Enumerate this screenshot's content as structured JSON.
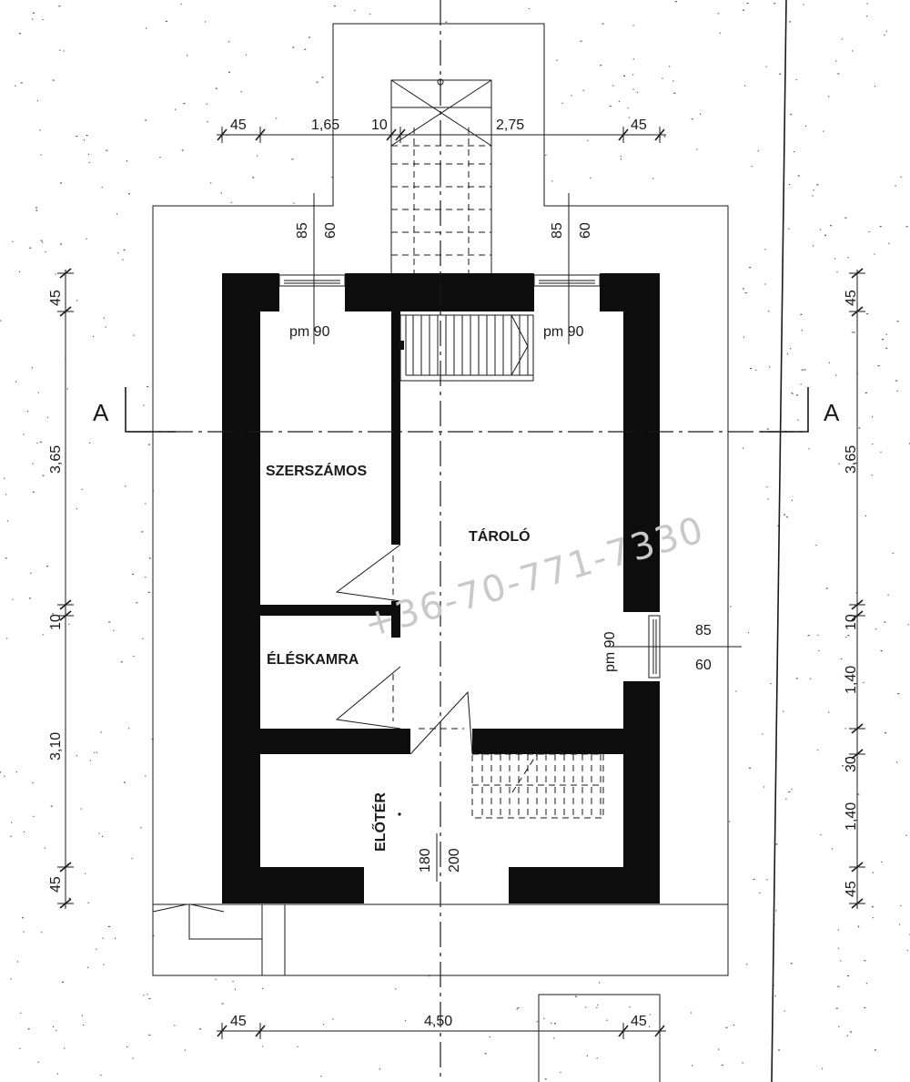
{
  "section": {
    "left": "A",
    "right": "A"
  },
  "rooms": {
    "szerszamos": "SZERSZÁMOS",
    "tarolo": "TÁROLÓ",
    "eleskamra": "ÉLÉSKAMRA",
    "eloter": "ELŐTÉR"
  },
  "windows": {
    "top_left": {
      "width": "85",
      "height": "60",
      "sill": "pm 90"
    },
    "top_right": {
      "width": "85",
      "height": "60",
      "sill": "pm 90"
    },
    "right": {
      "width": "85",
      "height": "60",
      "sill": "pm 90"
    }
  },
  "door": {
    "width": "180",
    "height": "200"
  },
  "dims": {
    "top": [
      "45",
      "1,65",
      "10",
      "2,75",
      "45"
    ],
    "bottom": [
      "45",
      "4,50",
      "45"
    ],
    "left": [
      "45",
      "3,65",
      "10",
      "3,10",
      "45"
    ],
    "right": [
      "45",
      "3,65",
      "10",
      "1,40",
      "30",
      "1,40",
      "45"
    ]
  },
  "watermark": "+36-70-771-7330"
}
